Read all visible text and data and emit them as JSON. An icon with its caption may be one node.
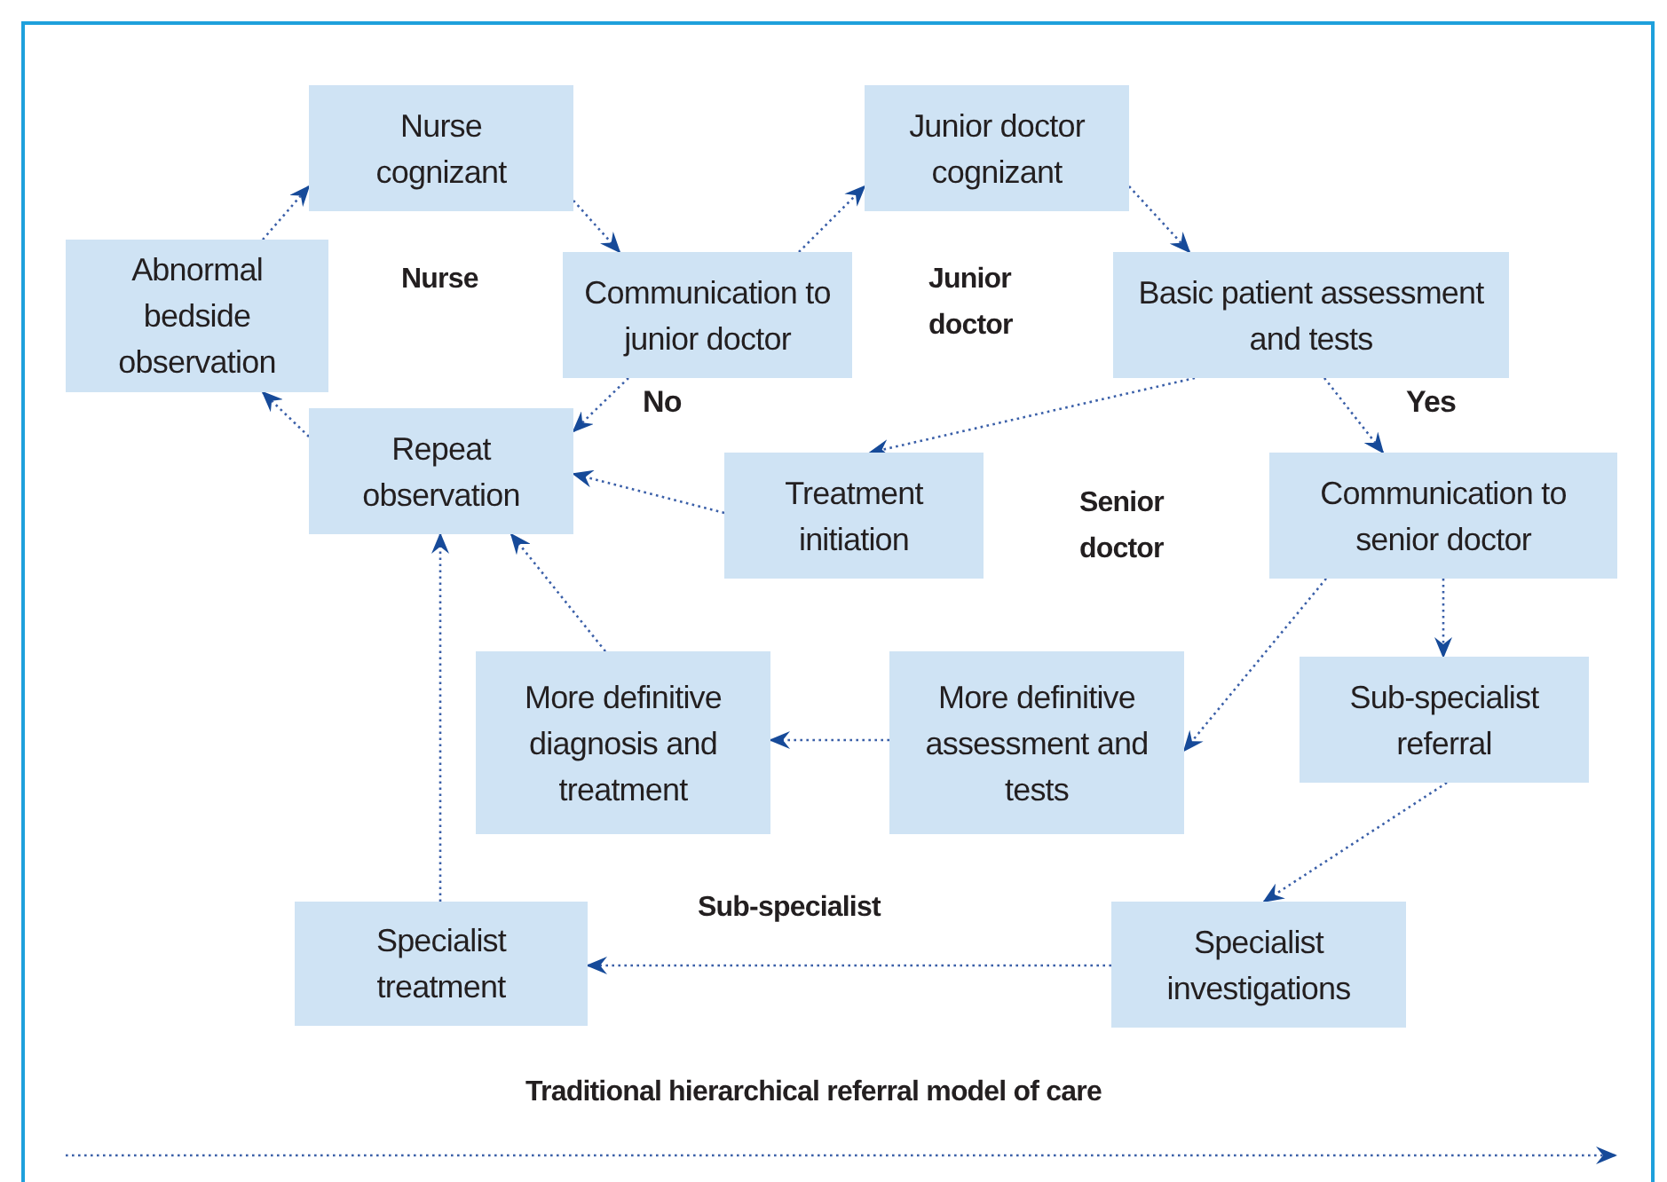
{
  "diagram": {
    "nodes": [
      {
        "text": [
          "Abnormal bedside observation"
        ]
      },
      {
        "text": [
          "Nurse cognizant"
        ]
      },
      {
        "text": [
          "Communication to junior doctor"
        ]
      },
      {
        "text": [
          "Junior doctor cognizant"
        ]
      },
      {
        "text": [
          "Basic patient assessment and tests"
        ]
      },
      {
        "text": [
          "Repeat observation"
        ]
      },
      {
        "text": [
          "Treatment initiation"
        ]
      },
      {
        "text": [
          "Communication to senior doctor"
        ]
      },
      {
        "text": [
          "More definitive diagnosis and treatment"
        ]
      },
      {
        "text": [
          "More definitive assessment and tests"
        ]
      },
      {
        "text": [
          "Sub-specialist referral"
        ]
      },
      {
        "text": [
          "Specialist treatment"
        ]
      },
      {
        "text": [
          "Specialist investigations"
        ]
      }
    ],
    "edges": [
      {
        "from": 0,
        "to": 1,
        "arrow": "to",
        "style": "dashed"
      },
      {
        "from": 1,
        "to": 2,
        "arrow": "to",
        "style": "dashed"
      },
      {
        "from": 2,
        "to": 3,
        "arrow": "to",
        "style": "dashed"
      },
      {
        "from": 3,
        "to": 4,
        "arrow": "to",
        "style": "dashed"
      },
      {
        "from": 2,
        "to": 5,
        "arrow": "to",
        "label": "No",
        "style": "dashed"
      },
      {
        "from": 4,
        "to": 6,
        "arrow": "to",
        "style": "dashed"
      },
      {
        "from": 4,
        "to": 7,
        "arrow": "to",
        "label": "Yes",
        "style": "dashed"
      },
      {
        "from": 6,
        "to": 5,
        "arrow": "to",
        "style": "dashed"
      },
      {
        "from": 5,
        "to": 0,
        "arrow": "to",
        "style": "dashed"
      },
      {
        "from": 8,
        "to": 5,
        "arrow": "to",
        "style": "dashed"
      },
      {
        "from": 7,
        "to": 9,
        "arrow": "to",
        "style": "dashed"
      },
      {
        "from": 7,
        "to": 10,
        "arrow": "to",
        "style": "dashed"
      },
      {
        "from": 9,
        "to": 8,
        "arrow": "to",
        "style": "dashed"
      },
      {
        "from": 10,
        "to": 12,
        "arrow": "to",
        "style": "dashed"
      },
      {
        "from": 12,
        "to": 11,
        "arrow": "to",
        "style": "dashed"
      },
      {
        "from": 11,
        "to": 5,
        "arrow": "to",
        "style": "dashed"
      }
    ],
    "labels": [
      "Nurse",
      "Junior doctor",
      "Senior doctor",
      "Sub-specialist",
      "Traditional hierarchical referral model of care"
    ]
  }
}
